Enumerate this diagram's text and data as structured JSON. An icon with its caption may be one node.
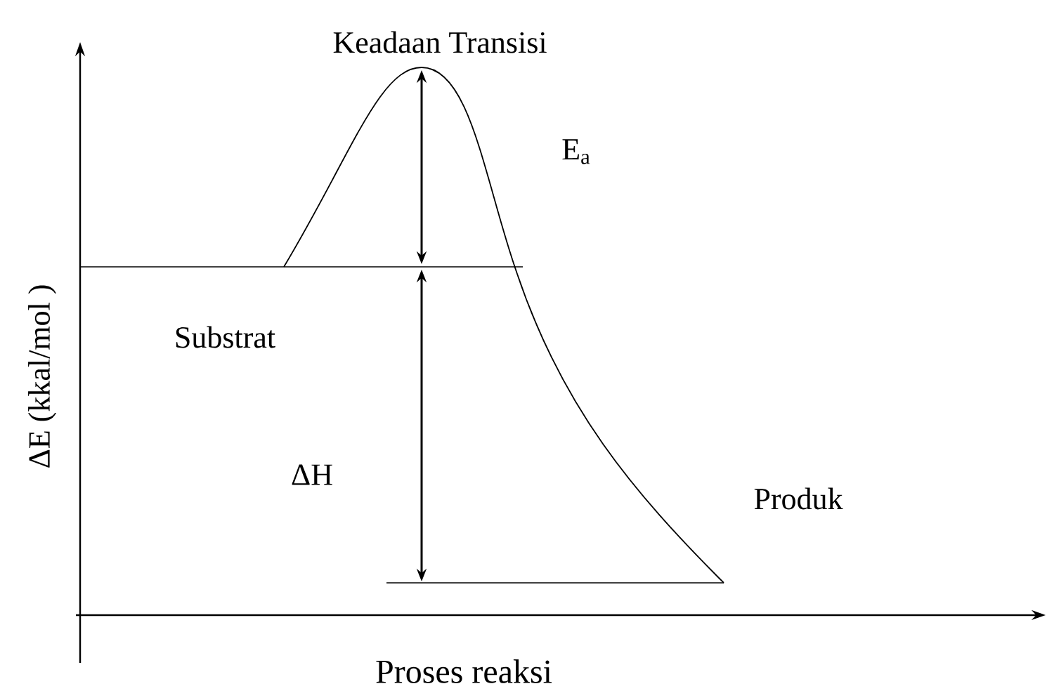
{
  "diagram": {
    "labels": [
      "Keadaan Transisi",
      "E$_{a}$",
      "Substrat",
      "ΔH",
      "Produk",
      "ΔE (kkal/mol )",
      "Proses reaksi"
    ]
  }
}
